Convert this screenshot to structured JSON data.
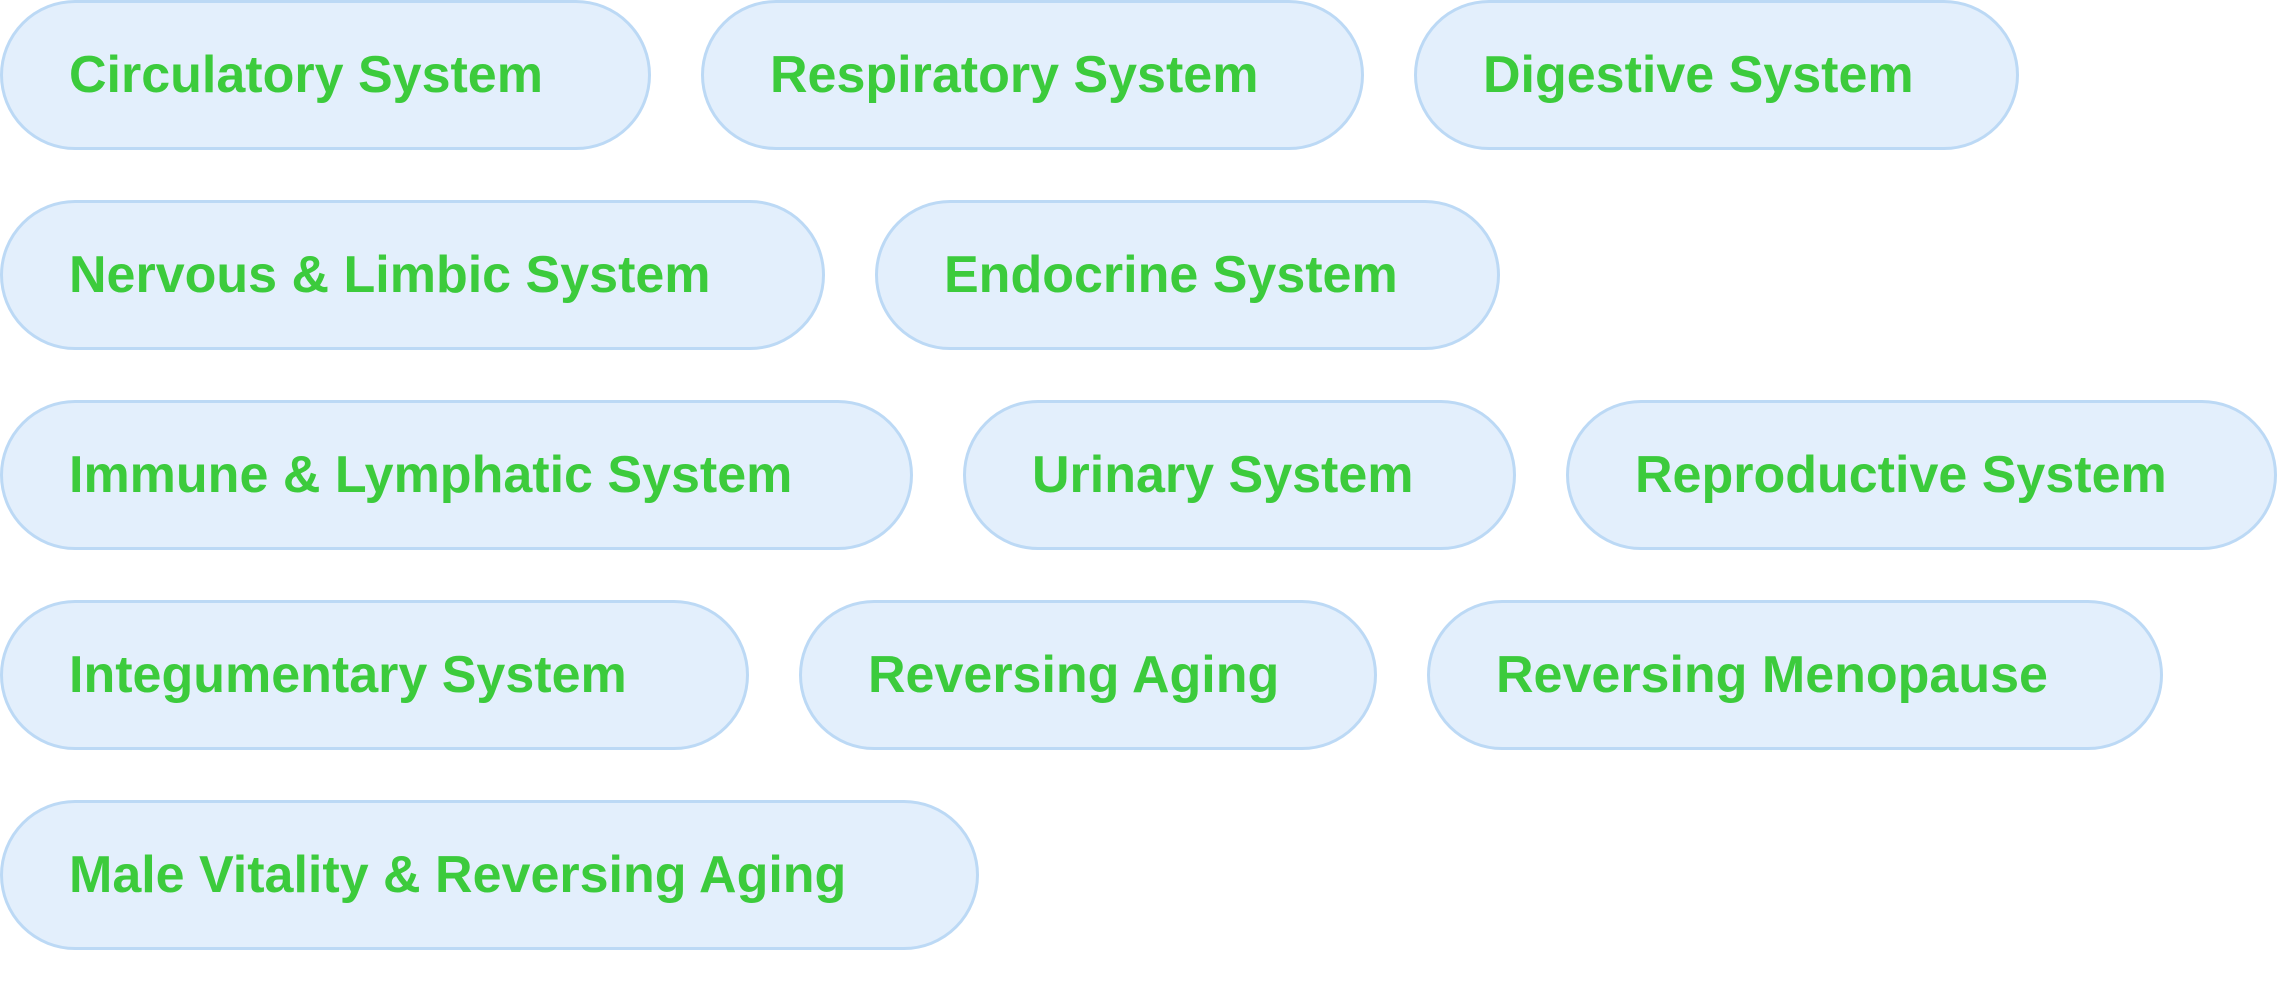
{
  "tags": [
    {
      "label": "Circulatory System"
    },
    {
      "label": "Respiratory System"
    },
    {
      "label": "Digestive System"
    },
    {
      "label": "Nervous & Limbic System"
    },
    {
      "label": "Endocrine System"
    },
    {
      "label": "Immune & Lymphatic System"
    },
    {
      "label": "Urinary System"
    },
    {
      "label": "Reproductive System"
    },
    {
      "label": "Integumentary System"
    },
    {
      "label": "Reversing Aging"
    },
    {
      "label": "Reversing Menopause"
    },
    {
      "label": "Male Vitality & Reversing Aging"
    }
  ],
  "colors": {
    "text": "#3ccb3c",
    "background": "#e3effc",
    "border": "#bcd9f5"
  }
}
